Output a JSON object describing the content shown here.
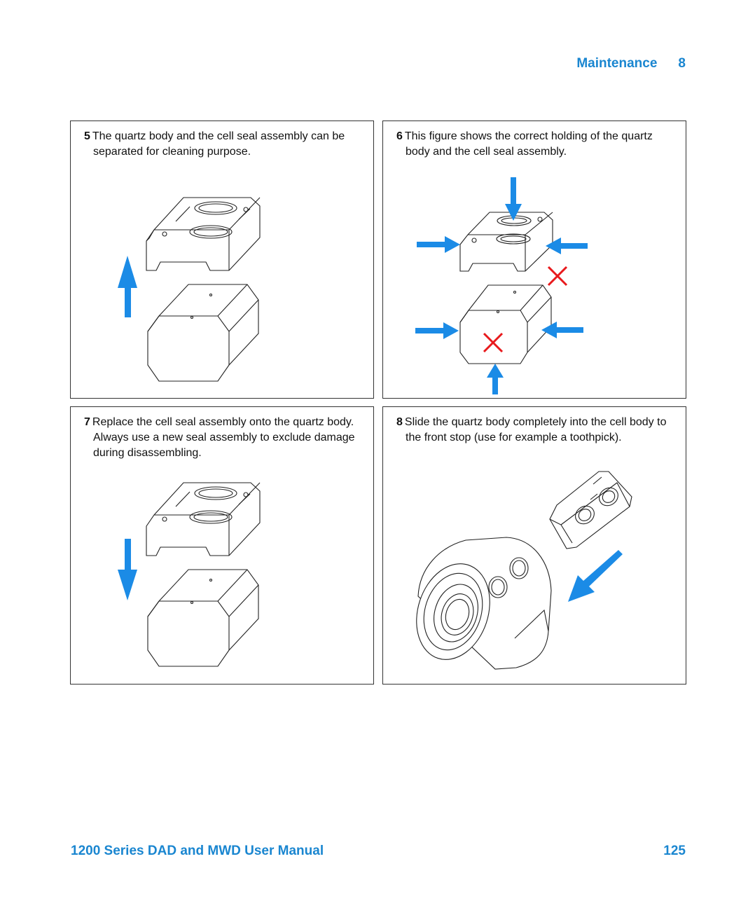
{
  "header": {
    "section": "Maintenance",
    "chapter": "8"
  },
  "footer": {
    "title": "1200 Series DAD and MWD User Manual",
    "page": "125"
  },
  "steps": [
    {
      "number": "5",
      "text": "The quartz body and the cell seal assembly can be separated for cleaning purpose."
    },
    {
      "number": "6",
      "text": "This figure shows the correct holding of the quartz body and the cell seal assembly."
    },
    {
      "number": "7",
      "text": "Replace the cell seal assembly onto the quartz body. Always use a new seal assembly to exclude damage during disassembling."
    },
    {
      "number": "8",
      "text": "Slide the quartz body completely into the cell body to the front stop (use for example a toothpick)."
    }
  ],
  "colors": {
    "accent": "#1a86d0",
    "arrow": "#1b8be6",
    "wrong": "#e8191c"
  }
}
